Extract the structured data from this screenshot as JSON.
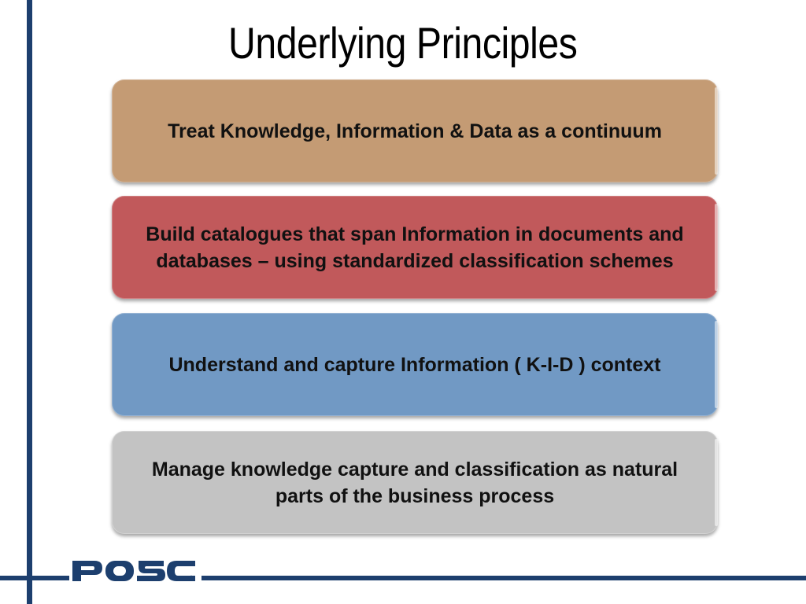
{
  "slide": {
    "title": "Underlying Principles"
  },
  "principles": [
    {
      "text": "Treat Knowledge, Information & Data as a continuum",
      "color": "#c49b74"
    },
    {
      "text": "Build catalogues that span Information in documents and databases – using standardized classification schemes",
      "color": "#c1595b"
    },
    {
      "text": "Understand and capture Information ( K-I-D ) context",
      "color": "#7199c4"
    },
    {
      "text": "Manage knowledge capture and classification as natural parts of the business process",
      "color": "#c3c3c3"
    }
  ],
  "branding": {
    "logo_text": "POSC",
    "accent_color": "#1d3f6e"
  }
}
